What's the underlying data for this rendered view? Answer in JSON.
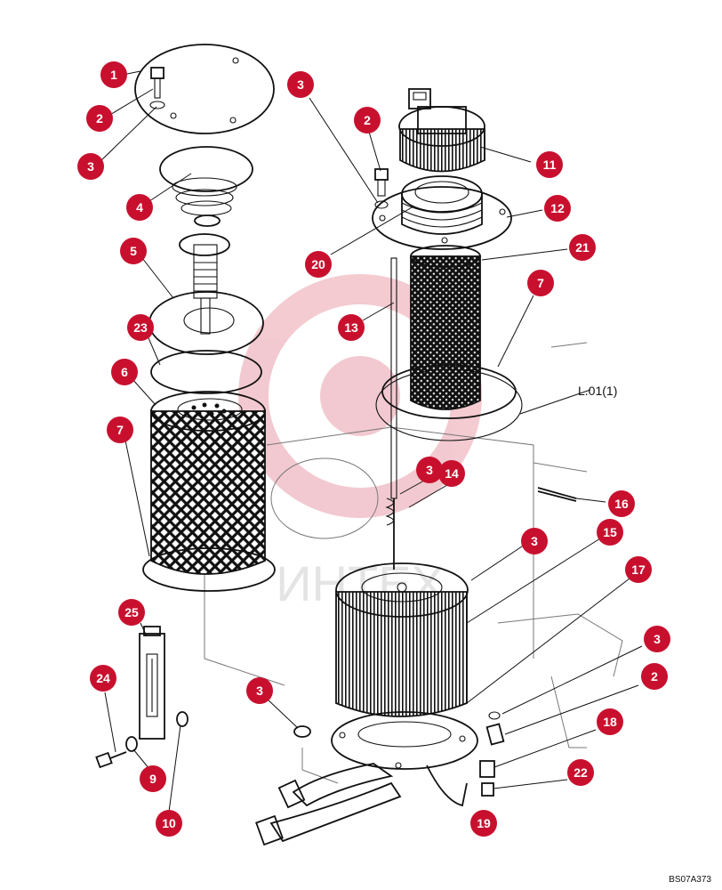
{
  "diagram": {
    "drawing_code": "BS07A373",
    "reference_label": "L.01(1)",
    "watermark_text": "ИНТЕХ",
    "accent_color": "#c8102e",
    "callouts": [
      "1",
      "2",
      "3",
      "4",
      "5",
      "23",
      "6",
      "7",
      "25",
      "24",
      "9",
      "10",
      "3",
      "2",
      "11",
      "12",
      "20",
      "21",
      "13",
      "7",
      "3",
      "14",
      "16",
      "3",
      "15",
      "17",
      "3",
      "2",
      "18",
      "22",
      "19",
      "3"
    ]
  }
}
